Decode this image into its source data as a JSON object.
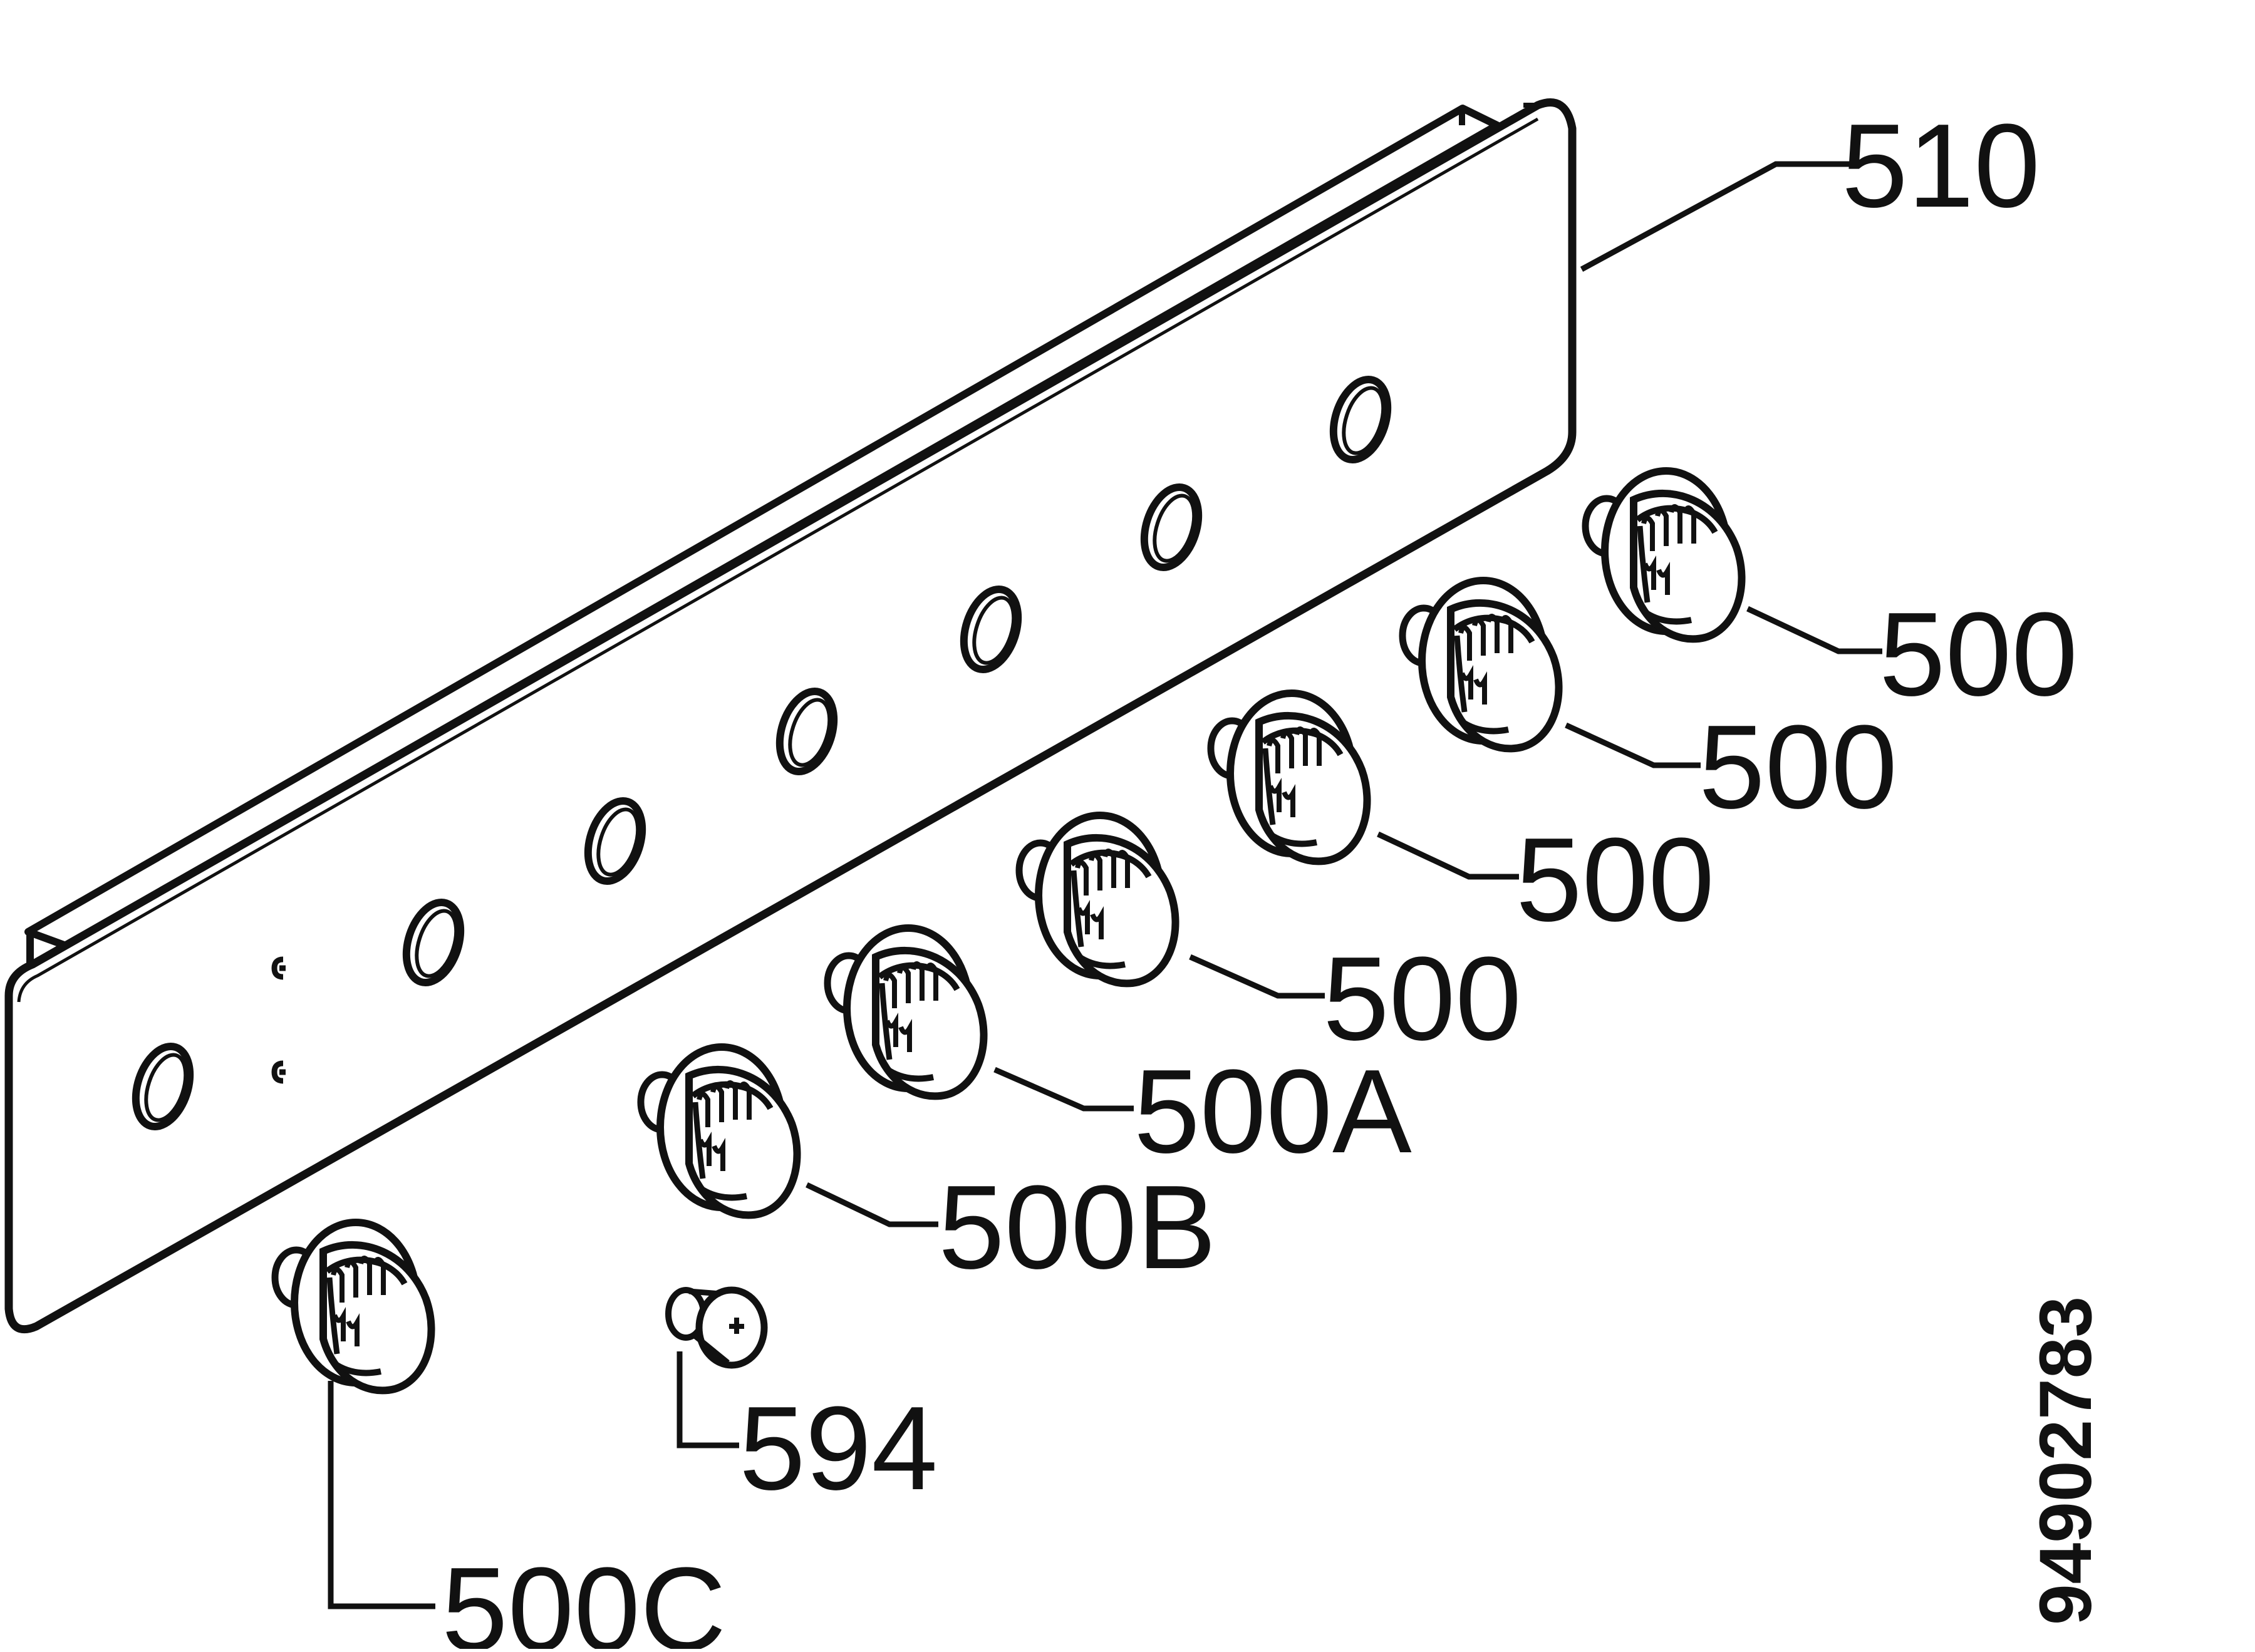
{
  "diagram": {
    "colors": {
      "ink": "#111111",
      "paper": "#ffffff"
    },
    "labels": {
      "panel": "510",
      "knob_1": "500",
      "knob_2": "500",
      "knob_3": "500",
      "knob_4": "500",
      "knob_5": "500A",
      "knob_6": "500B",
      "knob_7": "500C",
      "button": "594"
    },
    "drawing_number": "94902783"
  }
}
